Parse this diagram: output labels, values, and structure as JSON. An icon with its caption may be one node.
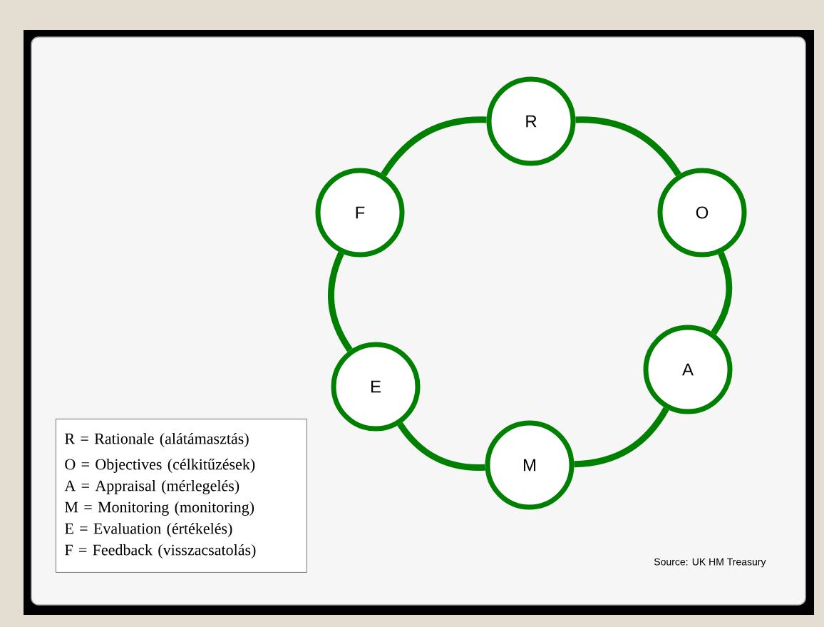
{
  "diagram": {
    "nodes": [
      {
        "text": [
          "R"
        ]
      },
      {
        "text": [
          "O"
        ]
      },
      {
        "text": [
          "A"
        ]
      },
      {
        "text": [
          "M"
        ]
      },
      {
        "text": [
          "E"
        ]
      },
      {
        "text": [
          "F"
        ]
      },
      {
        "text": [
          "R = Rationale (alátámasztás)",
          "O = Objectives (célkitűzések)",
          "A = Appraisal (mérlegelés)",
          "M = Monitoring (monitoring)",
          "E = Evaluation (értékelés)",
          "F = Feedback (visszacsatolás)"
        ]
      }
    ],
    "edges": [
      {
        "from": 0,
        "to": 1,
        "arrow": "none"
      },
      {
        "from": 1,
        "to": 2,
        "arrow": "none"
      },
      {
        "from": 2,
        "to": 3,
        "arrow": "none"
      },
      {
        "from": 3,
        "to": 4,
        "arrow": "none"
      },
      {
        "from": 4,
        "to": 5,
        "arrow": "none"
      },
      {
        "from": 5,
        "to": 0,
        "arrow": "none"
      }
    ],
    "labels": [
      "Source: UK HM Treasury"
    ]
  }
}
